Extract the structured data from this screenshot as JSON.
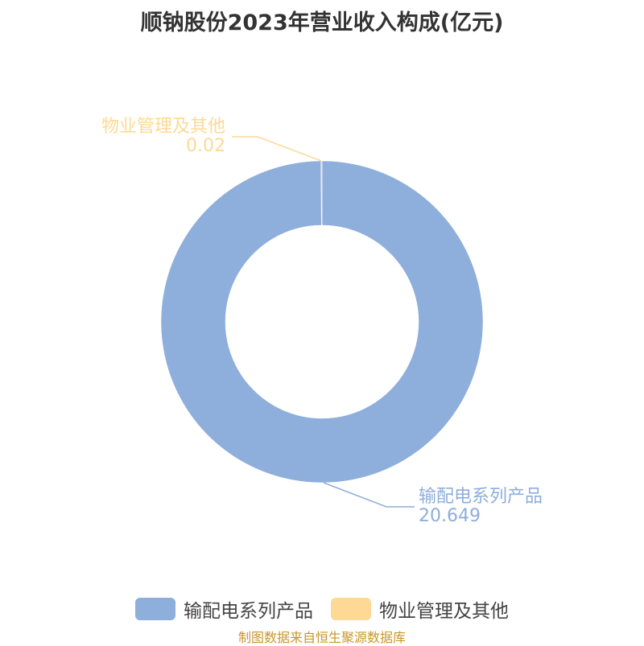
{
  "title": "顺钠股份2023年营业收入构成(亿元)",
  "chart_data": {
    "type": "pie",
    "title": "顺钠股份2023年营业收入构成(亿元)",
    "donut": true,
    "slices": [
      {
        "label": "输配电系列产品",
        "value": 20.649,
        "value_text": "20.649",
        "color": "#8eaedb"
      },
      {
        "label": "物业管理及其他",
        "value": 0.02,
        "value_text": "0.02",
        "color": "#fed995"
      }
    ],
    "legend_position": "bottom"
  },
  "legend": [
    "输配电系列产品",
    "物业管理及其他"
  ],
  "source": "制图数据来自恒生聚源数据库"
}
